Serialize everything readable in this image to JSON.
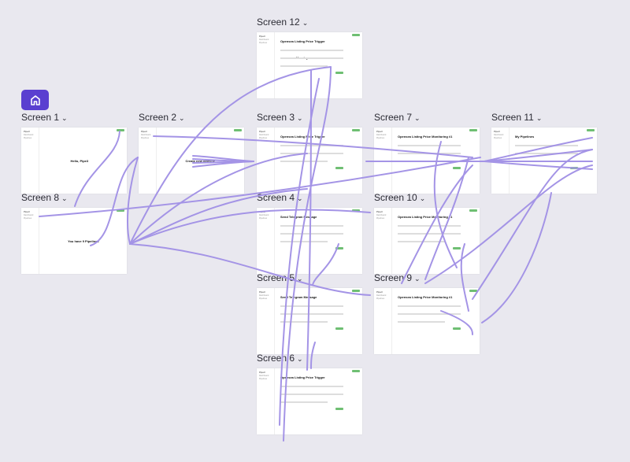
{
  "colors": {
    "canvas": "#e9e8ef",
    "accent": "#5a3fd0",
    "connector": "#a494e6",
    "button": "#6fbf73"
  },
  "home_icon": "home-icon",
  "screens": {
    "s1": {
      "title": "Screen 1",
      "heading": "Hello, Pipe3"
    },
    "s2": {
      "title": "Screen 2",
      "heading": "Create new pipeline"
    },
    "s3": {
      "title": "Screen 3",
      "heading": "Opensea Listing Price Trigger"
    },
    "s4": {
      "title": "Screen 4",
      "heading": "Send Telegram Message"
    },
    "s5": {
      "title": "Screen 5",
      "heading": "Send Telegram Message"
    },
    "s6": {
      "title": "Screen 6",
      "heading": "Opensea Listing Price Trigger"
    },
    "s7": {
      "title": "Screen 7",
      "heading": "Opensea Listing Price Monitoring #1"
    },
    "s8": {
      "title": "Screen 8",
      "heading": "You have 9 Pipelines"
    },
    "s9": {
      "title": "Screen 9",
      "heading": "Opensea Listing Price Monitoring #1"
    },
    "s10": {
      "title": "Screen 10",
      "heading": "Opensea Listing Price Monitoring #1"
    },
    "s11": {
      "title": "Screen 11",
      "heading": "My Pipelines"
    },
    "s12": {
      "title": "Screen 12",
      "heading": "Opensea Listing Price Trigger",
      "sub": "Monday"
    }
  },
  "sidebar": {
    "logo": "Pipe3",
    "items": [
      "Dashboard",
      "Pipelines"
    ]
  }
}
